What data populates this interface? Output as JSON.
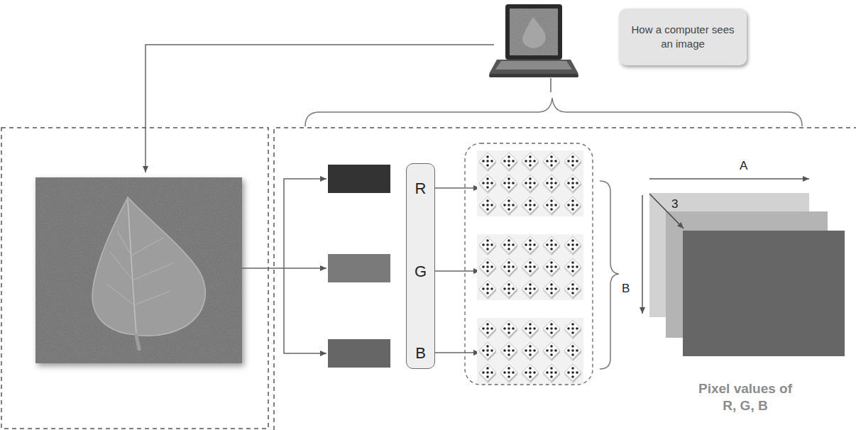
{
  "diagram": {
    "nodes": [
      {
        "text": [
          "How a computer sees an image"
        ]
      },
      {
        "text": [
          "R",
          "G",
          "B"
        ]
      }
    ],
    "labels": [
      "A",
      "3",
      "B",
      "Pixel values of R, G, B"
    ]
  }
}
